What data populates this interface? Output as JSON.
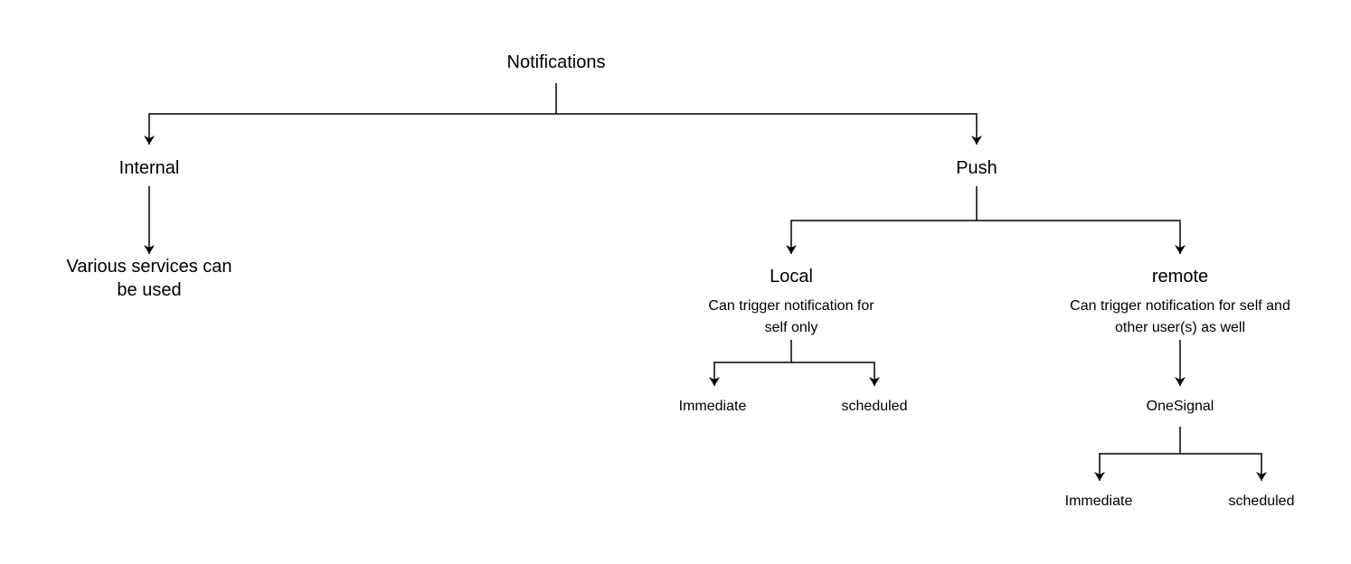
{
  "diagram": {
    "root": {
      "label": "Notifications"
    },
    "internal": {
      "label": "Internal",
      "child": [
        "Various services can",
        "be used"
      ]
    },
    "push": {
      "label": "Push"
    },
    "local": {
      "label": "Local",
      "description": [
        "Can trigger notification for",
        "self only"
      ],
      "children": [
        "Immediate",
        "scheduled"
      ]
    },
    "remote": {
      "label": "remote",
      "description": [
        "Can trigger notification for self and",
        "other user(s) as well"
      ],
      "provider": "OneSignal",
      "children": [
        "Immediate",
        "scheduled"
      ]
    },
    "colors": {
      "line": "#000000",
      "text": "#000000",
      "background": "#ffffff"
    }
  }
}
